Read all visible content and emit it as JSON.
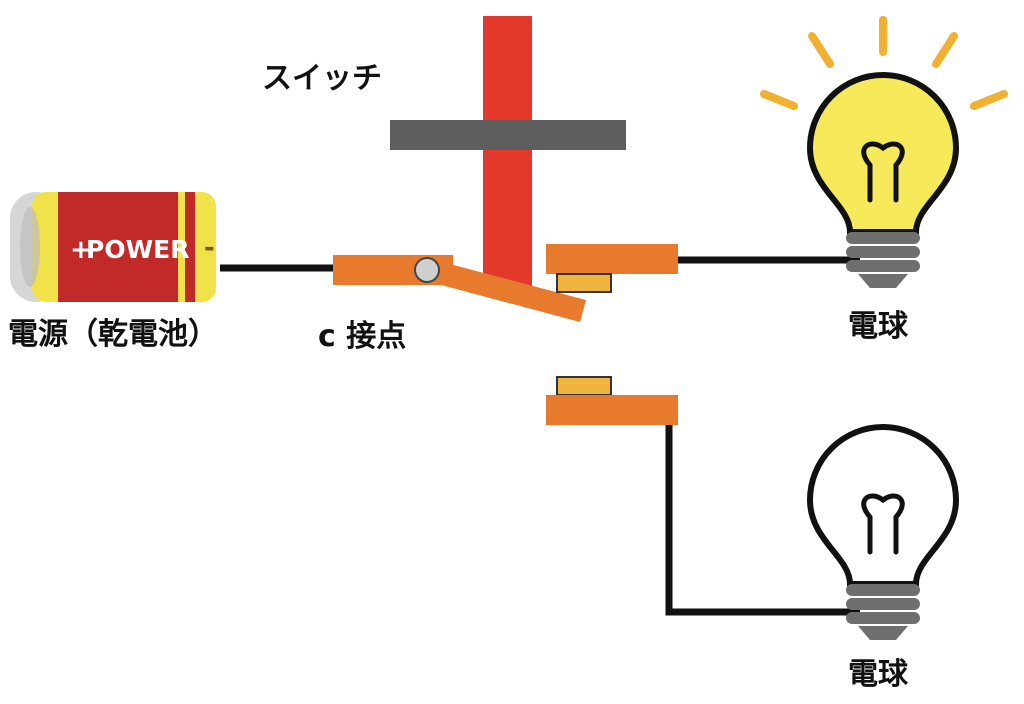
{
  "labels": {
    "switch": "スイッチ",
    "battery": "電源（乾電池）",
    "c_contact": "c 接点",
    "bulb_top": "電球",
    "bulb_bottom": "電球"
  },
  "battery": {
    "brand": "POWER",
    "plus": "+",
    "minus": "-"
  },
  "bulbs": {
    "top": {
      "state": "on"
    },
    "bottom": {
      "state": "off"
    }
  },
  "colors": {
    "wire": "#111111",
    "contact_orange": "#e87a2d",
    "contact_pad": "#f1b43f",
    "actuator_red": "#e2392a",
    "switch_bar_gray": "#5e5e5e",
    "pivot_gray": "#cfcfcf",
    "battery_red": "#c22a2a",
    "battery_yellow": "#f2e24a",
    "battery_cap": "#d6d6d6",
    "bulb_on": "#f7ea5a",
    "bulb_off": "#ffffff",
    "rays": "#f2b030",
    "bulb_base": "#6f6f6f"
  }
}
